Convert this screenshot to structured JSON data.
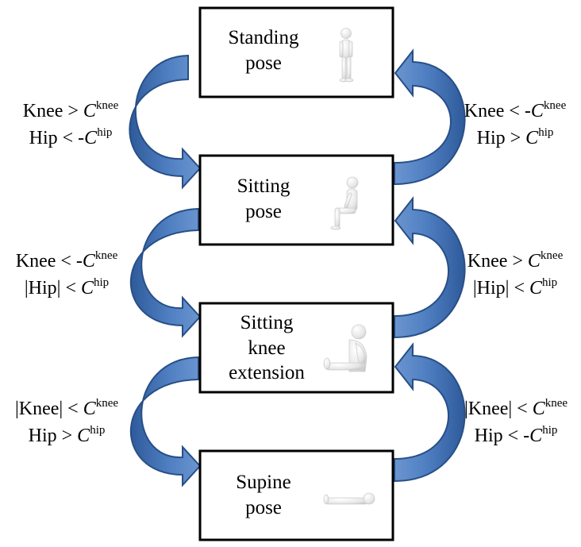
{
  "poses": [
    {
      "line1": "Standing",
      "line2": "pose",
      "line3": "",
      "figure": "standing-figure-icon"
    },
    {
      "line1": "Sitting",
      "line2": "pose",
      "line3": "",
      "figure": "sitting-figure-icon"
    },
    {
      "line1": "Sitting",
      "line2": "knee",
      "line3": "extension",
      "figure": "sitting-knee-extension-figure-icon"
    },
    {
      "line1": "Supine",
      "line2": "pose",
      "line3": "",
      "figure": "supine-figure-icon"
    }
  ],
  "conditions": {
    "left": [
      {
        "l1_pre": "Knee > ",
        "l1_c": "C",
        "l1_sup": "knee",
        "l2_pre": "Hip < -",
        "l2_c": "C",
        "l2_sup": "hip"
      },
      {
        "l1_pre": "Knee < -",
        "l1_c": "C",
        "l1_sup": "knee",
        "l2_pre": "|Hip| < ",
        "l2_c": "C",
        "l2_sup": "hip"
      },
      {
        "l1_pre": "|Knee| < ",
        "l1_c": "C",
        "l1_sup": "knee",
        "l2_pre": "Hip > ",
        "l2_c": "C",
        "l2_sup": "hip"
      }
    ],
    "right": [
      {
        "l1_pre": "Knee < -",
        "l1_c": "C",
        "l1_sup": "knee",
        "l2_pre": "Hip > ",
        "l2_c": "C",
        "l2_sup": "hip"
      },
      {
        "l1_pre": "Knee > ",
        "l1_c": "C",
        "l1_sup": "knee",
        "l2_pre": "|Hip| < ",
        "l2_c": "C",
        "l2_sup": "hip"
      },
      {
        "l1_pre": "|Knee| < ",
        "l1_c": "C",
        "l1_sup": "knee",
        "l2_pre": "Hip < -",
        "l2_c": "C",
        "l2_sup": "hip"
      }
    ]
  },
  "colors": {
    "arrow_light": "#6b95cf",
    "arrow_dark": "#2e5a9a",
    "arrow_edge": "#284f86",
    "box_border": "#000000",
    "figure": "#e8e8e8"
  }
}
